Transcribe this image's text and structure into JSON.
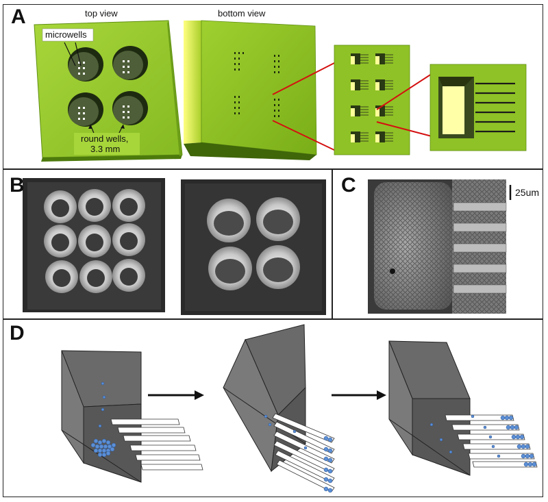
{
  "panels": {
    "a": {
      "label": "A",
      "top_view": "top view",
      "bottom_view": "bottom view",
      "microwells": "microwells",
      "round_wells_1": "round wells,",
      "round_wells_2": "3.3 mm"
    },
    "b": {
      "label": "B"
    },
    "c": {
      "label": "C",
      "scale": "25um"
    },
    "d": {
      "label": "D"
    }
  },
  "colors": {
    "green_light": "#9acd32",
    "green_mid": "#7fb21d",
    "green_dark": "#4d7a0c",
    "well_dark": "#2c3a1c",
    "red_line": "#d41010",
    "box_gray": "#555555",
    "cell_blue": "#5b8fd6"
  }
}
